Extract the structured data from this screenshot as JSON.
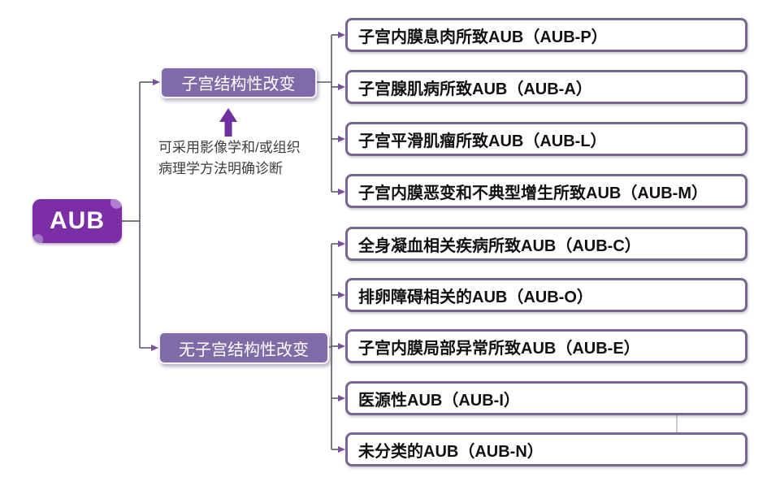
{
  "root": {
    "label": "AUB"
  },
  "branches": [
    {
      "label": "子宫结构性改变"
    },
    {
      "label": "无子宫结构性改变"
    }
  ],
  "annotation": {
    "line1": "可采用影像学和/或组织",
    "line2": "病理学方法明确诊断"
  },
  "leaves": [
    {
      "label": "子宫内膜息肉所致AUB（AUB-P）"
    },
    {
      "label": "子宫腺肌病所致AUB（AUB-A）"
    },
    {
      "label": "子宫平滑肌瘤所致AUB（AUB-L）"
    },
    {
      "label": "子宫内膜恶变和不典型增生所致AUB（AUB-M）"
    },
    {
      "label": "全身凝血相关疾病所致AUB（AUB-C）"
    },
    {
      "label": "排卵障碍相关的AUB（AUB-O）"
    },
    {
      "label": "子宫内膜局部异常所致AUB（AUB-E）"
    },
    {
      "label": "医源性AUB（AUB-I）"
    },
    {
      "label": "未分类的AUB（AUB-N）"
    }
  ],
  "colors": {
    "root_fill": "#7b2ea6",
    "branch_fill": "#7e6ba8",
    "leaf_border": "#77688f",
    "line": "#5f5869",
    "arrowhead": "#7b4f9e",
    "up_arrow": "#7030a0"
  }
}
